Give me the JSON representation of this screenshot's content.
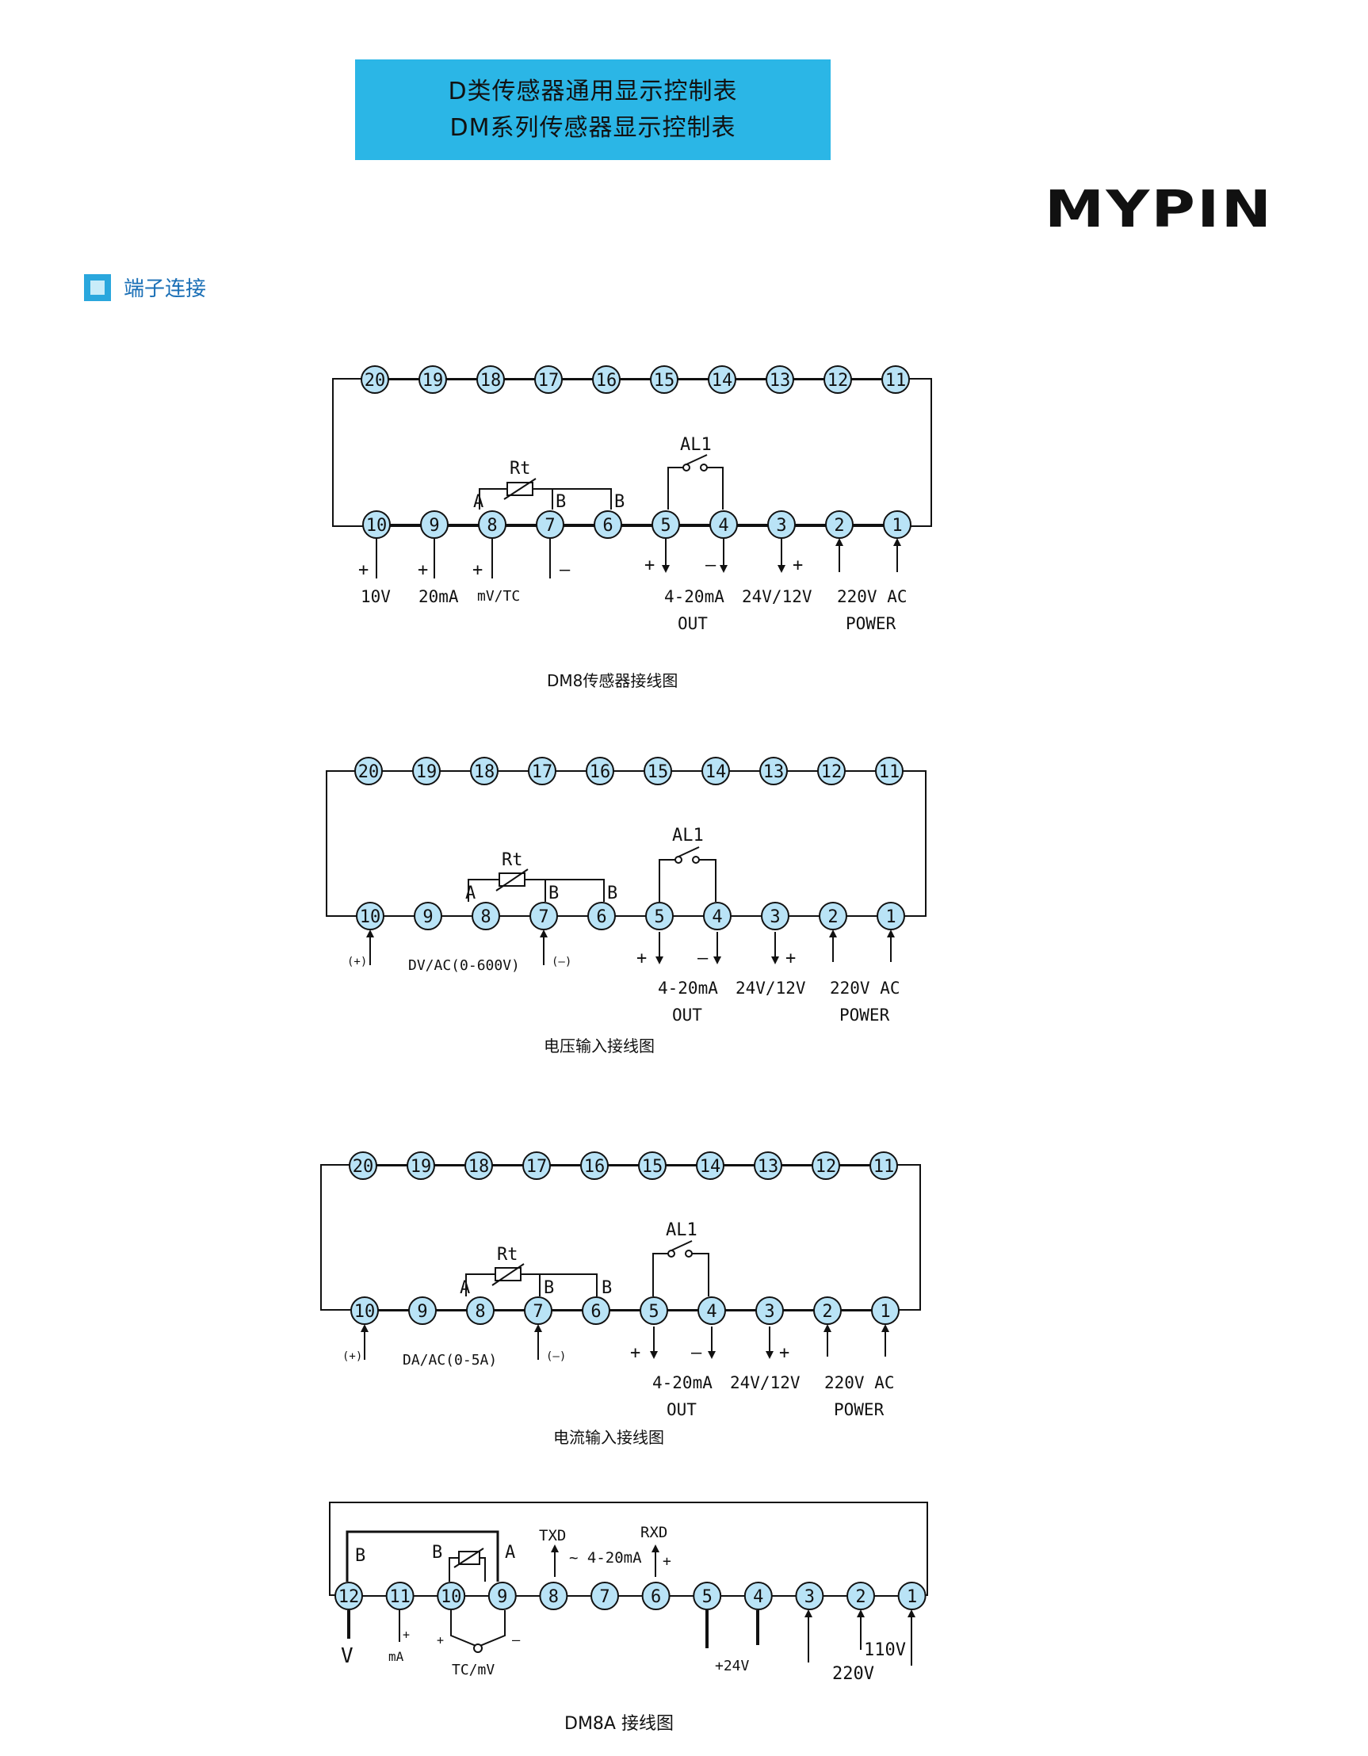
{
  "header": {
    "line1": "D类传感器通用显示控制表",
    "line2": "DM系列传感器显示控制表"
  },
  "brand": {
    "logo_text": "MYPIN"
  },
  "section": {
    "title": "端子连接"
  },
  "colors": {
    "banner": "#2bb6e6",
    "terminal_fill": "#b9e3f6",
    "heading_text": "#1a6fb6"
  },
  "diagrams": {
    "d1": {
      "caption": "DM8传感器接线图",
      "top_terminals": [
        "20",
        "19",
        "18",
        "17",
        "16",
        "15",
        "14",
        "13",
        "12",
        "11"
      ],
      "bottom_terminals": [
        "10",
        "9",
        "8",
        "7",
        "6",
        "5",
        "4",
        "3",
        "2",
        "1"
      ],
      "rt": "Rt",
      "a": "A",
      "b1": "B",
      "b2": "B",
      "al": "AL1",
      "plus1": "+",
      "plus2": "+",
      "plus3": "+",
      "minus7": "–",
      "plus5": "+",
      "minus4": "–",
      "plus3b": "+",
      "label_10v": "10V",
      "label_20ma": "20mA",
      "label_mvtc": "mV/TC",
      "out1": "4-20mA",
      "out2": "OUT",
      "v2412": "24V/12V",
      "pw1": "220V  AC",
      "pw2": "POWER"
    },
    "d2": {
      "caption": "电压输入接线图",
      "top_terminals": [
        "20",
        "19",
        "18",
        "17",
        "16",
        "15",
        "14",
        "13",
        "12",
        "11"
      ],
      "bottom_terminals": [
        "10",
        "9",
        "8",
        "7",
        "6",
        "5",
        "4",
        "3",
        "2",
        "1"
      ],
      "rt": "Rt",
      "a": "A",
      "b1": "B",
      "b2": "B",
      "al": "AL1",
      "pos": "(+)",
      "neg": "(–)",
      "input": "DV/AC(0-600V)",
      "plus5": "+",
      "minus4": "–",
      "plus3b": "+",
      "out1": "4-20mA",
      "out2": "OUT",
      "v2412": "24V/12V",
      "pw1": "220V  AC",
      "pw2": "POWER"
    },
    "d3": {
      "caption": "电流输入接线图",
      "top_terminals": [
        "20",
        "19",
        "18",
        "17",
        "16",
        "15",
        "14",
        "13",
        "12",
        "11"
      ],
      "bottom_terminals": [
        "10",
        "9",
        "8",
        "7",
        "6",
        "5",
        "4",
        "3",
        "2",
        "1"
      ],
      "rt": "Rt",
      "a": "A",
      "b1": "B",
      "b2": "B",
      "al": "AL1",
      "pos": "(+)",
      "neg": "(–)",
      "input": "DA/AC(0-5A)",
      "plus5": "+",
      "minus4": "–",
      "plus3b": "+",
      "out1": "4-20mA",
      "out2": "OUT",
      "v2412": "24V/12V",
      "pw1": "220V  AC",
      "pw2": "POWER"
    },
    "d4": {
      "caption": "DM8A 接线图",
      "terminals": [
        "12",
        "11",
        "10",
        "9",
        "8",
        "7",
        "6",
        "5",
        "4",
        "3",
        "2",
        "1"
      ],
      "b_left": "B",
      "b_mid": "B",
      "a": "A",
      "txd": "TXD",
      "rxd": "RXD",
      "range": "~ 4-20mA",
      "plus_rxd": "+",
      "v": "V",
      "ma": "mA",
      "plus11": "+",
      "plus10": "+",
      "minus9": "–",
      "tcmv": "TC/mV",
      "p24": "+24V",
      "v110": "110V",
      "v220": "220V"
    }
  }
}
